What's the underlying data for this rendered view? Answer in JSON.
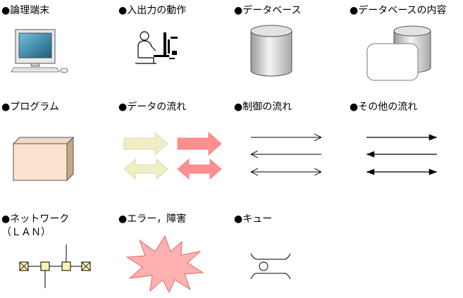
{
  "legend": {
    "terminal": "●論理端末",
    "io_operation": "●入出力の動作",
    "database": "●データベース",
    "database_contents": "●データベースの内容",
    "program": "●プログラム",
    "data_flow": "●データの流れ",
    "control_flow": "●制御の流れ",
    "other_flow": "●その他の流れ",
    "network_line1": "●ネットワーク",
    "network_line2": "（ＬＡＮ）",
    "error": "●エラー，障害",
    "queue": "●キュー"
  },
  "colors": {
    "data_arrow_light": "#efefc6",
    "data_arrow_pink": "#ff8f8f",
    "program_box": "#fbe3d0",
    "error_burst": "#ffb0b0",
    "network_node": "#fff2b3",
    "db_gray": "#c9c9c9",
    "monitor_screen": "#2f7fa0"
  },
  "icons": [
    "computer-terminal-icon",
    "person-at-computer-icon",
    "database-cylinder-icon",
    "database-contents-icon",
    "program-box-icon",
    "data-flow-arrows-icon",
    "control-flow-arrows-icon",
    "other-flow-arrows-icon",
    "lan-network-icon",
    "error-burst-icon",
    "queue-icon"
  ]
}
